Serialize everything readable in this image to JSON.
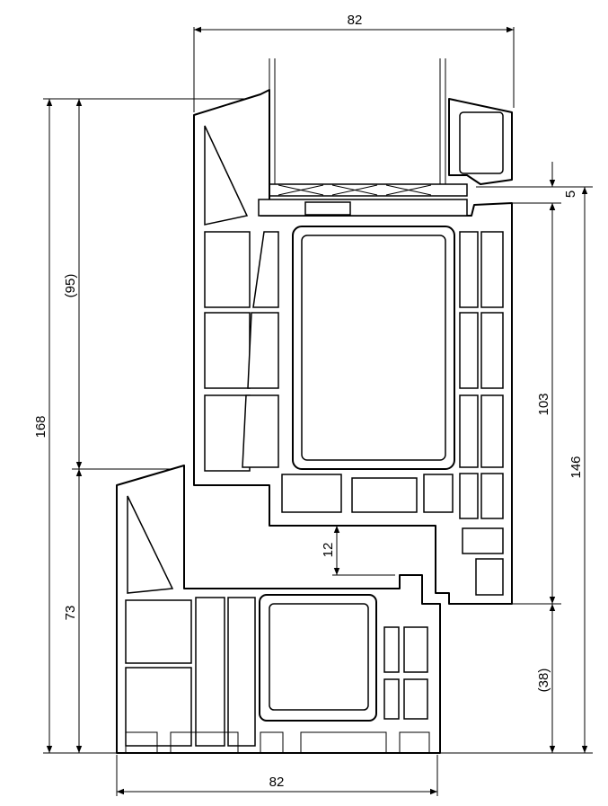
{
  "drawing": {
    "title": "Window profile cross-section",
    "dimensions": {
      "top_width": "82",
      "bottom_width": "82",
      "total_height": "168",
      "sash_height": "(95)",
      "frame_height": "73",
      "gasket_offset": "5",
      "sash_visible": "103",
      "right_total": "146",
      "frame_visible": "(38)",
      "rebate": "12"
    }
  }
}
